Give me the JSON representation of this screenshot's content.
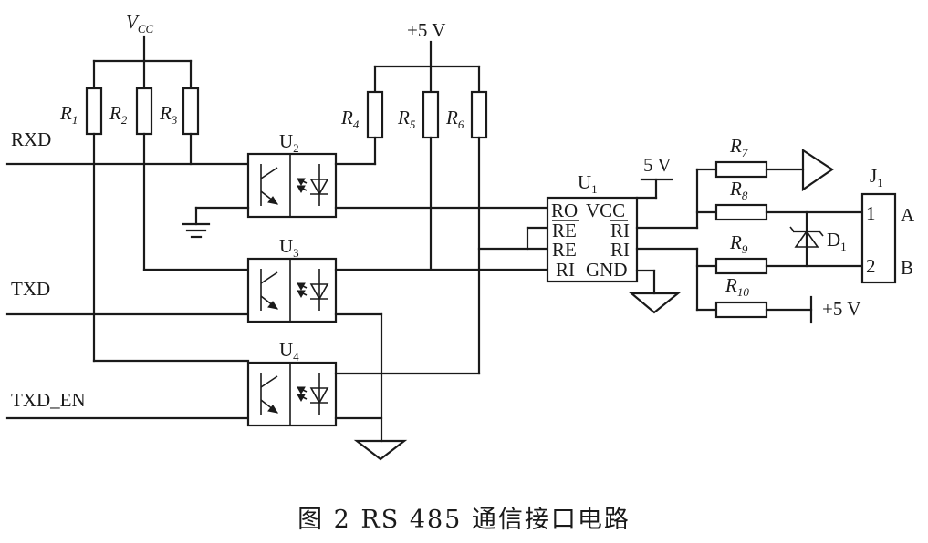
{
  "caption": "图 2 RS 485 通信接口电路",
  "supplies": {
    "vcc": {
      "main": "V",
      "sub": "CC"
    },
    "plus5_top": "+5 V",
    "u1_5v": "5 V",
    "r10_5v": "+5 V"
  },
  "signals": {
    "rxd": "RXD",
    "txd": "TXD",
    "txd_en": "TXD_EN"
  },
  "components": {
    "resistors": [
      {
        "main": "R",
        "sub": "1"
      },
      {
        "main": "R",
        "sub": "2"
      },
      {
        "main": "R",
        "sub": "3"
      },
      {
        "main": "R",
        "sub": "4"
      },
      {
        "main": "R",
        "sub": "5"
      },
      {
        "main": "R",
        "sub": "6"
      },
      {
        "main": "R",
        "sub": "7"
      },
      {
        "main": "R",
        "sub": "8"
      },
      {
        "main": "R",
        "sub": "9"
      },
      {
        "main": "R",
        "sub": "10"
      }
    ],
    "optocouplers": [
      {
        "main": "U",
        "sub": "2"
      },
      {
        "main": "U",
        "sub": "3"
      },
      {
        "main": "U",
        "sub": "4"
      }
    ],
    "transceiver": {
      "main": "U",
      "sub": "1",
      "pins": {
        "ro": "RO",
        "re_bar": "RE",
        "re": "RE",
        "ri_left": "RI",
        "vcc": "VCC",
        "ri_bar": "RI",
        "ri_right": "RI",
        "gnd": "GND"
      }
    },
    "diode": {
      "main": "D",
      "sub": "1"
    },
    "connector": {
      "main": "J",
      "sub": "1",
      "pin1": "1",
      "pin2": "2",
      "line_a": "A",
      "line_b": "B"
    }
  }
}
